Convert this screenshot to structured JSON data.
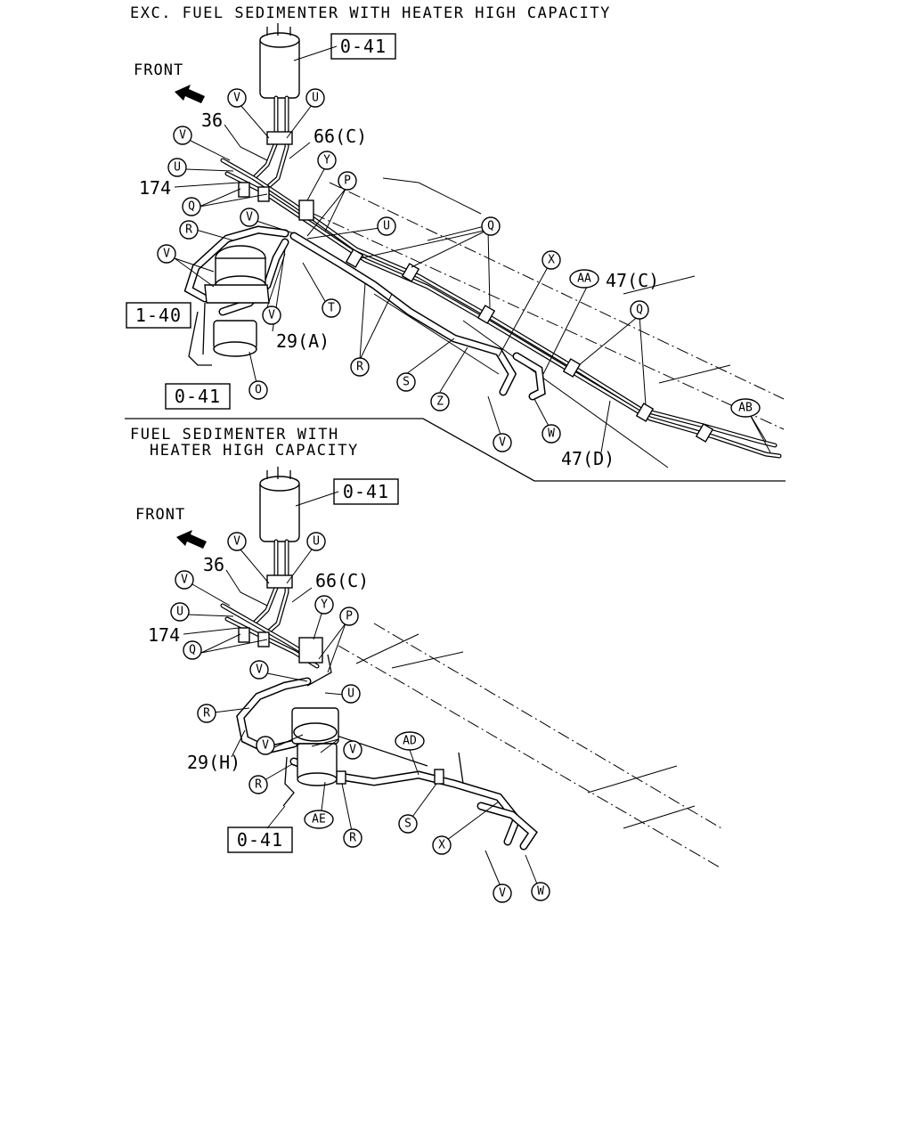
{
  "section_a": {
    "title": "EXC. FUEL SEDIMENTER WITH HEATER HIGH CAPACITY",
    "front": "FRONT",
    "refs": {
      "r1": "0-41",
      "r2": "1-40",
      "r3": "0-41"
    },
    "nums": {
      "n36": "36",
      "n66c": "66(C)",
      "n174": "174",
      "n29a": "29(A)",
      "n47c": "47(C)",
      "n47d": "47(D)"
    },
    "circles": {
      "v1": "V",
      "u1": "U",
      "v2": "V",
      "u2": "U",
      "y1": "Y",
      "p1": "P",
      "q1": "Q",
      "v3": "V",
      "u3": "U",
      "q2": "Q",
      "r1": "R",
      "v4": "V",
      "x1": "X",
      "aa": "AA",
      "q3": "Q",
      "t1": "T",
      "v5": "V",
      "r2": "R",
      "s1": "S",
      "z1": "Z",
      "o1": "O",
      "v6": "V",
      "w1": "W",
      "ab": "AB"
    }
  },
  "section_b": {
    "title_l1": "FUEL SEDIMENTER WITH",
    "title_l2": "HEATER HIGH CAPACITY",
    "front": "FRONT",
    "refs": {
      "r1": "0-41",
      "r2": "0-41"
    },
    "nums": {
      "n36": "36",
      "n66c": "66(C)",
      "n174": "174",
      "n29h": "29(H)"
    },
    "circles": {
      "v1": "V",
      "u1": "U",
      "v2": "V",
      "u2": "U",
      "y1": "Y",
      "p1": "P",
      "q1": "Q",
      "v3": "V",
      "u3": "U",
      "r1": "R",
      "v4": "V",
      "v5": "V",
      "ad": "AD",
      "r2": "R",
      "ae": "AE",
      "r3": "R",
      "s1": "S",
      "x1": "X",
      "v6": "V",
      "w1": "W"
    }
  }
}
